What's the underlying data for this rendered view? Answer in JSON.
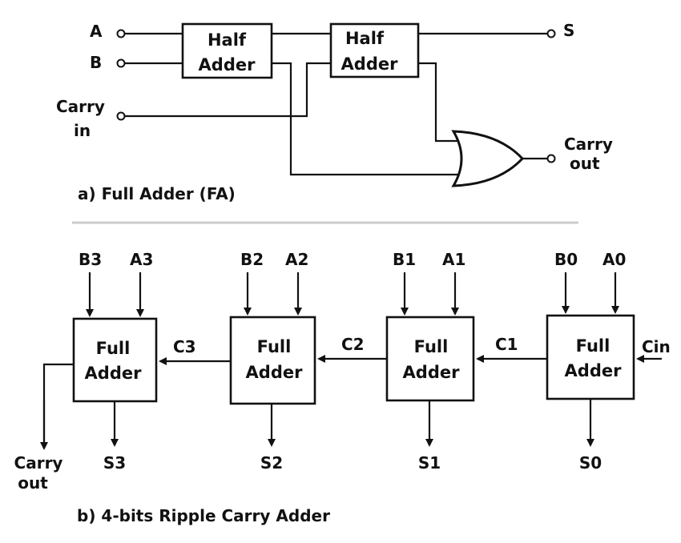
{
  "part_a": {
    "caption": "a) Full Adder (FA)",
    "input_a": "A",
    "input_b": "B",
    "carry_in_line1": "Carry",
    "carry_in_line2": "in",
    "output_s": "S",
    "carry_out_line1": "Carry",
    "carry_out_line2": "out",
    "half_adder_1": [
      "Half",
      "Adder"
    ],
    "half_adder_2": [
      "Half",
      "Adder"
    ]
  },
  "part_b": {
    "caption": "b) 4-bits Ripple Carry Adder",
    "full_adders": [
      {
        "line1": "Full",
        "line2": "Adder",
        "input_b": "B3",
        "input_a": "A3",
        "sum": "S3"
      },
      {
        "line1": "Full",
        "line2": "Adder",
        "input_b": "B2",
        "input_a": "A2",
        "sum": "S2"
      },
      {
        "line1": "Full",
        "line2": "Adder",
        "input_b": "B1",
        "input_a": "A1",
        "sum": "S1"
      },
      {
        "line1": "Full",
        "line2": "Adder",
        "input_b": "B0",
        "input_a": "A0",
        "sum": "S0"
      }
    ],
    "carries": [
      "C3",
      "C2",
      "C1"
    ],
    "carry_in": "Cin",
    "carry_out_line1": "Carry",
    "carry_out_line2": "out"
  },
  "colors": {
    "ink": "#111111",
    "divider": "#cccccc",
    "background": "#ffffff"
  }
}
